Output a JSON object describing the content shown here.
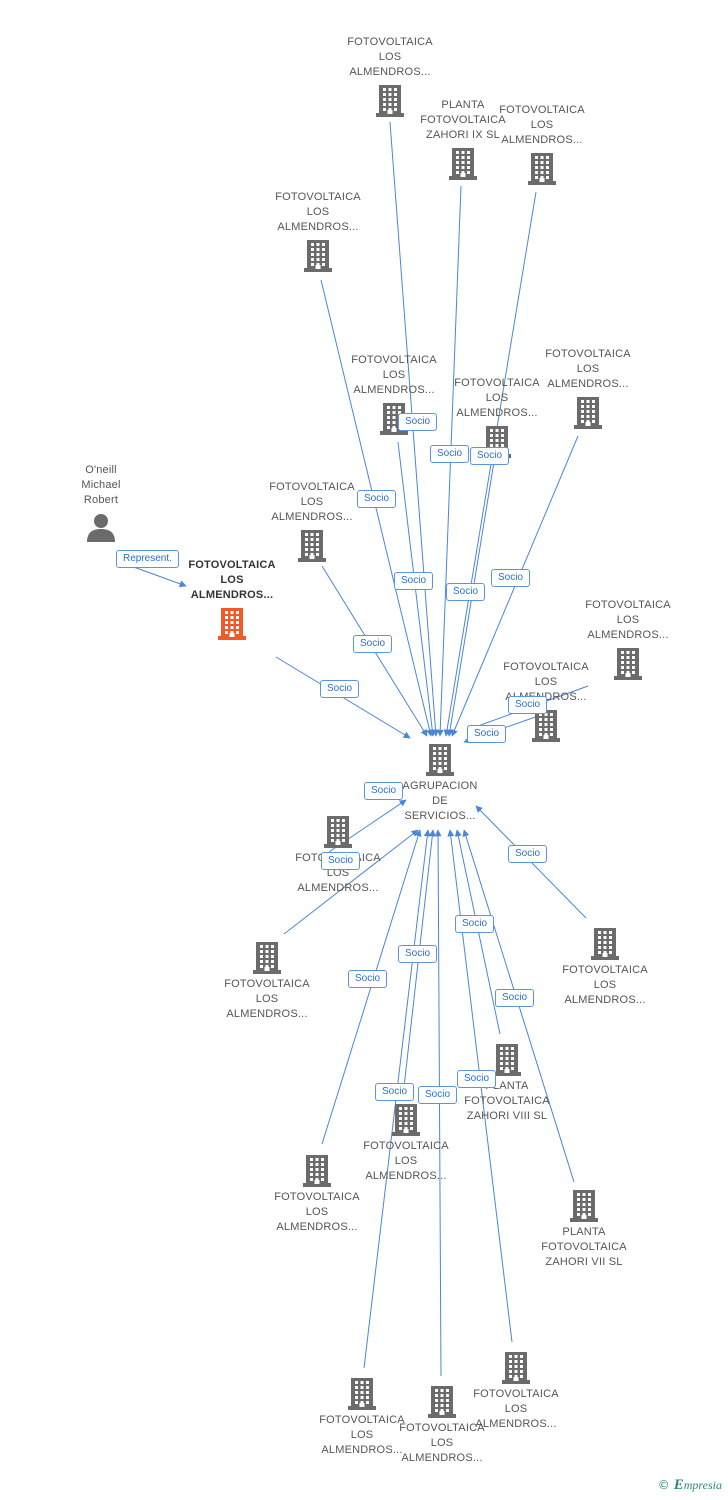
{
  "colors": {
    "edge": "#4a86d8",
    "building": "#6b6b6b",
    "focus": "#f05a28",
    "person": "#6b6b6b"
  },
  "edge_label_socio": "Socio",
  "edge_label_represent": "Represent.",
  "nodes": [
    {
      "id": "t1",
      "type": "company",
      "lines": [
        "FOTOVOLTAICA",
        "LOS",
        "ALMENDROS..."
      ]
    },
    {
      "id": "t2",
      "type": "company",
      "lines": [
        "PLANTA",
        "FOTOVOLTAICA",
        "ZAHORI IX SL"
      ]
    },
    {
      "id": "t3",
      "type": "company",
      "lines": [
        "FOTOVOLTAICA",
        "LOS",
        "ALMENDROS..."
      ]
    },
    {
      "id": "t4",
      "type": "company",
      "lines": [
        "FOTOVOLTAICA",
        "LOS",
        "ALMENDROS..."
      ]
    },
    {
      "id": "t5",
      "type": "company",
      "lines": [
        "FOTOVOLTAICA",
        "LOS",
        "ALMENDROS..."
      ]
    },
    {
      "id": "t6",
      "type": "company",
      "lines": [
        "FOTOVOLTAICA",
        "LOS",
        "ALMENDROS..."
      ]
    },
    {
      "id": "t7",
      "type": "company",
      "lines": [
        "FOTOVOLTAICA",
        "LOS",
        "ALMENDROS..."
      ]
    },
    {
      "id": "t8",
      "type": "company",
      "lines": [
        "FOTOVOLTAICA",
        "LOS",
        "ALMENDROS..."
      ]
    },
    {
      "id": "person",
      "type": "person",
      "lines": [
        "O'neill",
        "Michael",
        "Robert"
      ]
    },
    {
      "id": "focus",
      "type": "focus",
      "lines": [
        "FOTOVOLTAICA",
        "LOS",
        "ALMENDROS..."
      ]
    },
    {
      "id": "t9",
      "type": "company",
      "lines": [
        "FOTOVOLTAICA",
        "LOS",
        "ALMENDROS..."
      ]
    },
    {
      "id": "t10",
      "type": "company",
      "lines": [
        "FOTOVOLTAICA",
        "LOS",
        "ALMENDROS..."
      ]
    },
    {
      "id": "center",
      "type": "company",
      "lines": [
        "AGRUPACION",
        "DE",
        "SERVICIOS..."
      ]
    },
    {
      "id": "b1",
      "type": "company",
      "lines": [
        "FOTOVOLTAICA",
        "LOS",
        "ALMENDROS..."
      ]
    },
    {
      "id": "b2",
      "type": "company",
      "lines": [
        "FOTOVOLTAICA",
        "LOS",
        "ALMENDROS..."
      ]
    },
    {
      "id": "b3",
      "type": "company",
      "lines": [
        "FOTOVOLTAICA",
        "LOS",
        "ALMENDROS..."
      ]
    },
    {
      "id": "b4",
      "type": "company",
      "lines": [
        "PLANTA",
        "FOTOVOLTAICA",
        "ZAHORI VIII SL"
      ]
    },
    {
      "id": "b5",
      "type": "company",
      "lines": [
        "FOTOVOLTAICA",
        "LOS",
        "ALMENDROS..."
      ]
    },
    {
      "id": "b6",
      "type": "company",
      "lines": [
        "FOTOVOLTAICA",
        "LOS",
        "ALMENDROS..."
      ]
    },
    {
      "id": "b7",
      "type": "company",
      "lines": [
        "PLANTA",
        "FOTOVOLTAICA",
        "ZAHORI VII SL"
      ]
    },
    {
      "id": "b8",
      "type": "company",
      "lines": [
        "FOTOVOLTAICA",
        "LOS",
        "ALMENDROS..."
      ]
    },
    {
      "id": "b9",
      "type": "company",
      "lines": [
        "FOTOVOLTAICA",
        "LOS",
        "ALMENDROS..."
      ]
    },
    {
      "id": "b10",
      "type": "company",
      "lines": [
        "FOTOVOLTAICA",
        "LOS",
        "ALMENDROS..."
      ]
    }
  ],
  "edges": [
    {
      "from": "t1",
      "to": "center",
      "label": "Socio"
    },
    {
      "from": "t2",
      "to": "center",
      "label": "Socio"
    },
    {
      "from": "t3",
      "to": "center",
      "label": "Socio"
    },
    {
      "from": "t4",
      "to": "center",
      "label": "Socio"
    },
    {
      "from": "t5",
      "to": "center",
      "label": "Socio"
    },
    {
      "from": "t6",
      "to": "center",
      "label": "Socio"
    },
    {
      "from": "t7",
      "to": "center",
      "label": "Socio"
    },
    {
      "from": "t8",
      "to": "center",
      "label": "Socio"
    },
    {
      "from": "focus",
      "to": "center",
      "label": "Socio"
    },
    {
      "from": "t9",
      "to": "center",
      "label": "Socio"
    },
    {
      "from": "t10",
      "to": "center",
      "label": "Socio"
    },
    {
      "from": "person",
      "to": "focus",
      "label": "Represent."
    },
    {
      "from": "b1",
      "to": "center",
      "label": "Socio"
    },
    {
      "from": "b2",
      "to": "center",
      "label": "Socio"
    },
    {
      "from": "b3",
      "to": "center",
      "label": "Socio"
    },
    {
      "from": "b4",
      "to": "center",
      "label": "Socio"
    },
    {
      "from": "b5",
      "to": "center",
      "label": "Socio"
    },
    {
      "from": "b6",
      "to": "center",
      "label": "Socio"
    },
    {
      "from": "b7",
      "to": "center",
      "label": "Socio"
    },
    {
      "from": "b8",
      "to": "center",
      "label": "Socio"
    },
    {
      "from": "b9",
      "to": "center",
      "label": "Socio"
    },
    {
      "from": "b10",
      "to": "center",
      "label": "Socio"
    }
  ],
  "footer": {
    "copyright": "©",
    "brand_initial": "E",
    "brand_rest": "mpresia"
  }
}
